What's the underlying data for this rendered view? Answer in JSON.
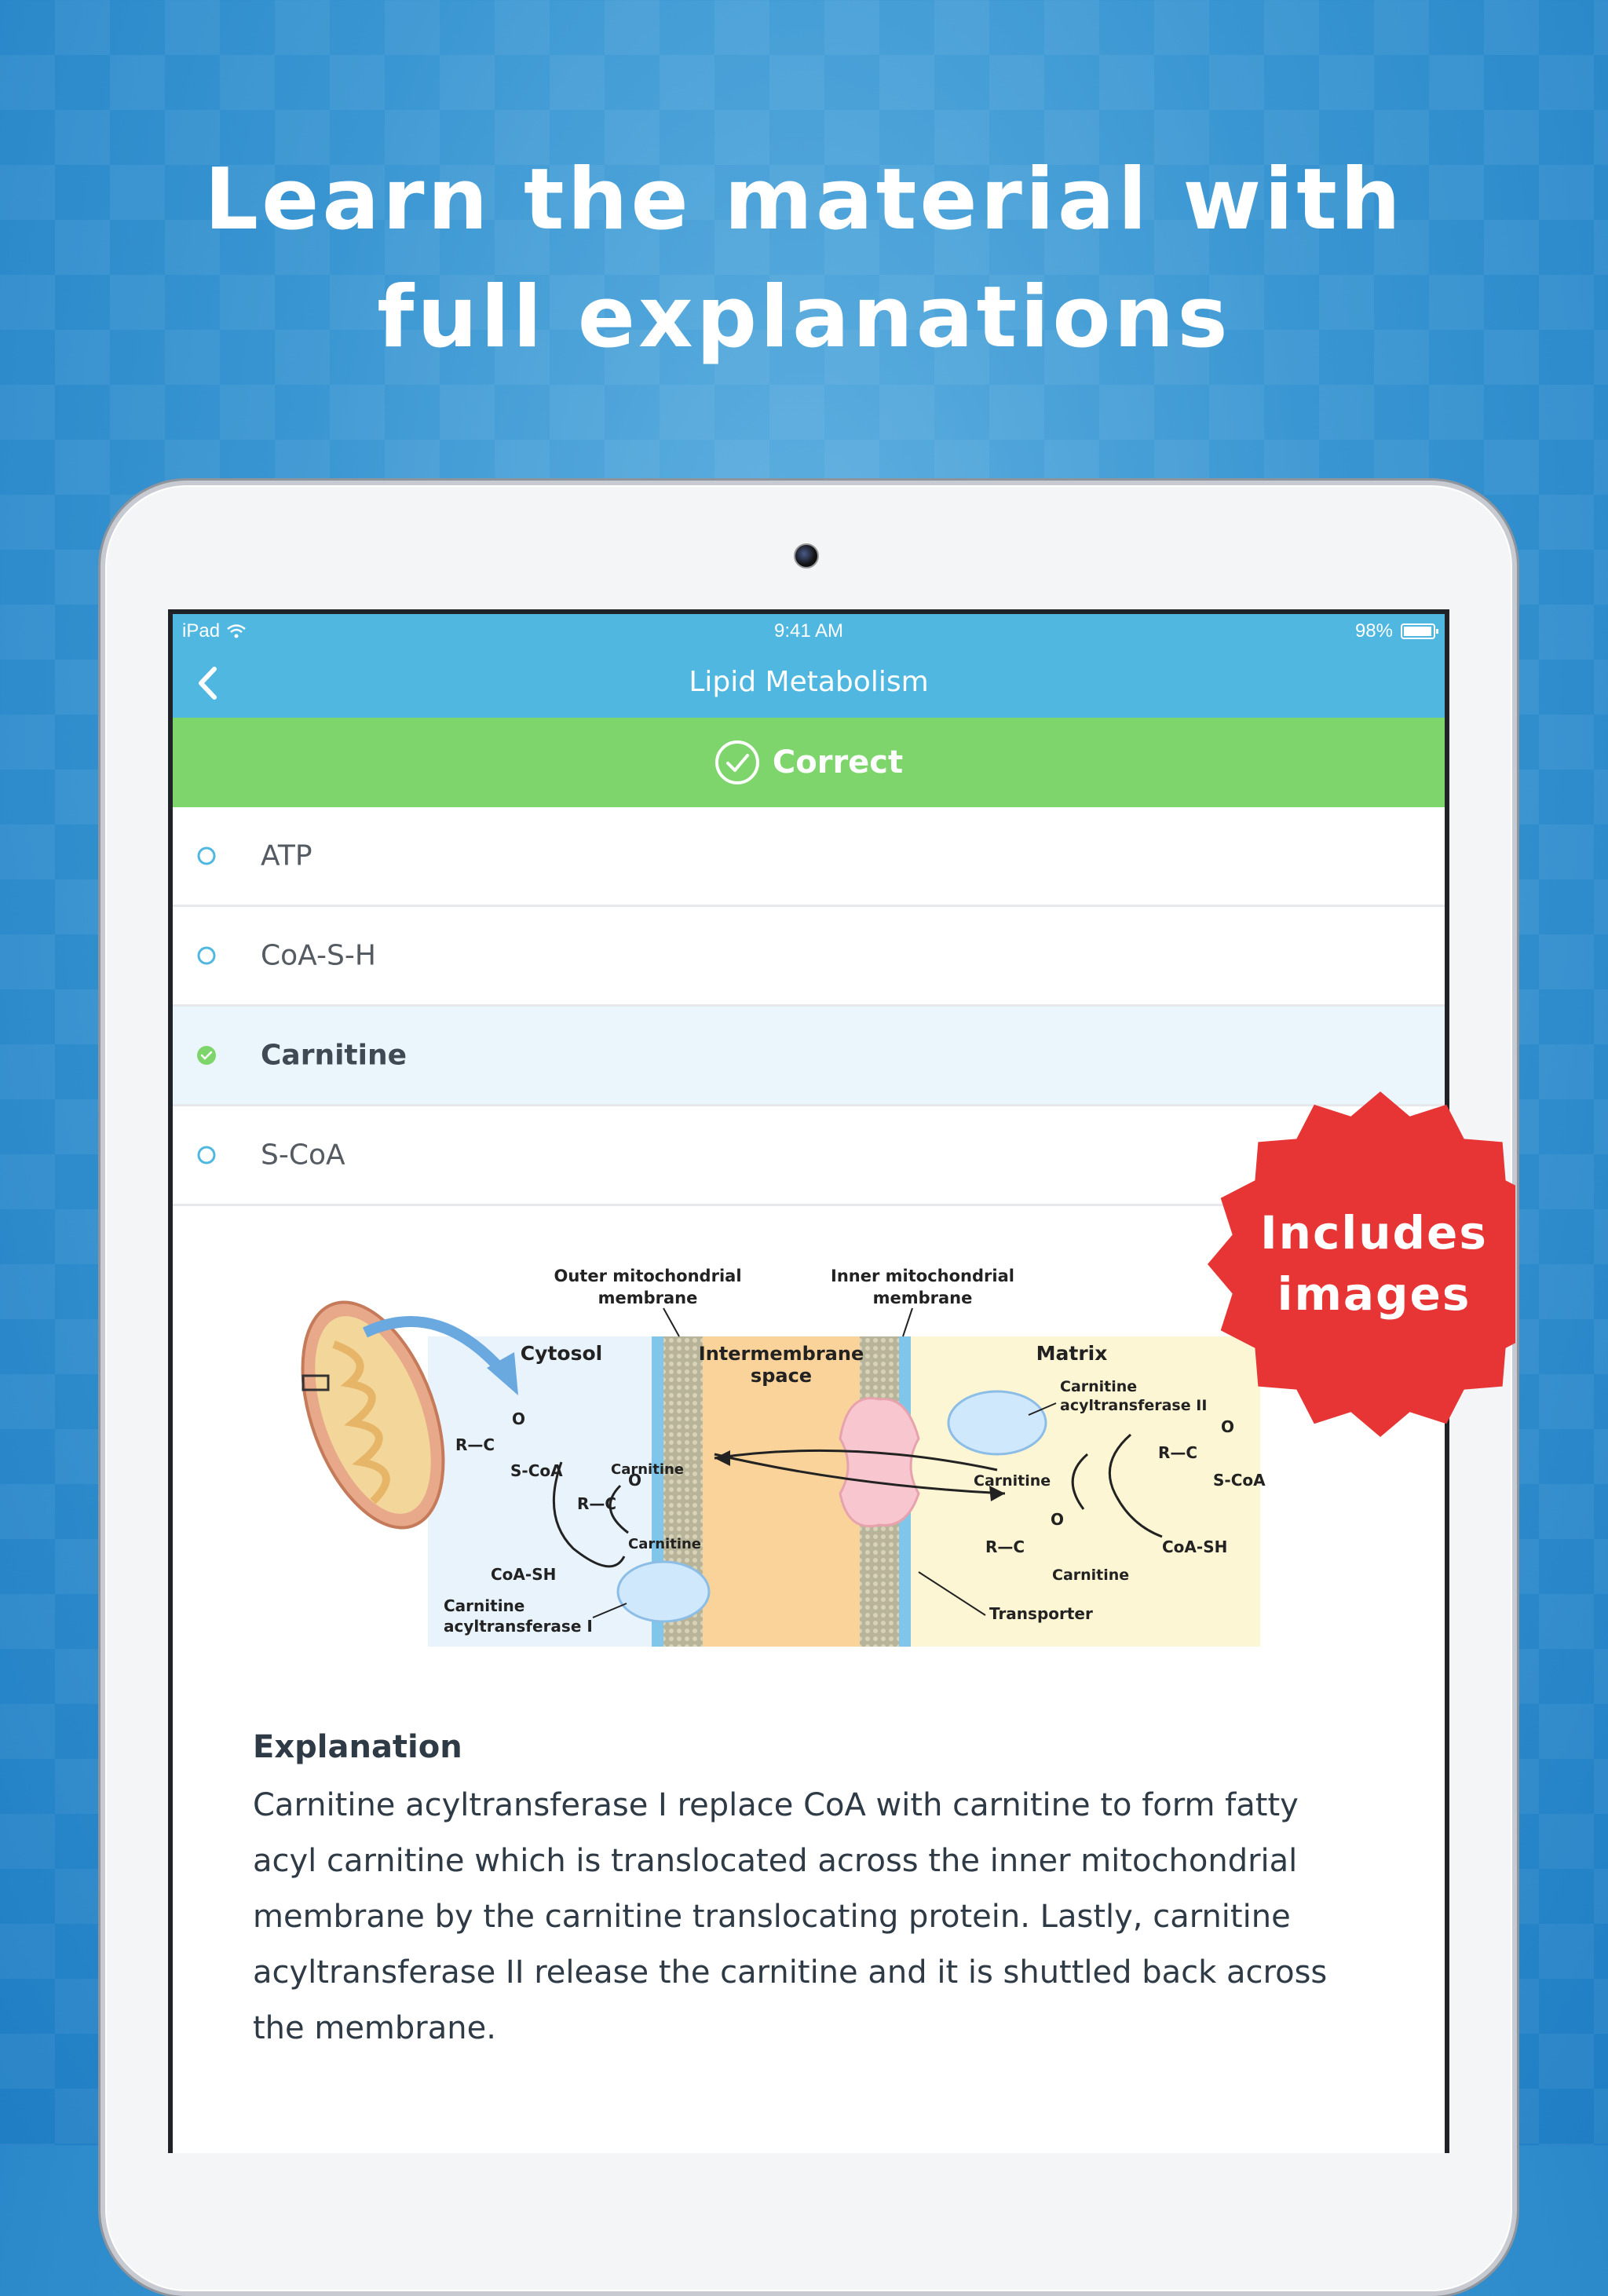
{
  "headline": {
    "line1": "Learn the material with",
    "line2": "full explanations"
  },
  "status_bar": {
    "device": "iPad",
    "time": "9:41 AM",
    "battery": "98%"
  },
  "nav": {
    "title": "Lipid Metabolism",
    "back_icon": "chevron-left-icon"
  },
  "result": {
    "label": "Correct",
    "icon": "check-circle-icon"
  },
  "answers": [
    {
      "label": "ATP",
      "selected": false
    },
    {
      "label": "CoA-S-H",
      "selected": false
    },
    {
      "label": "Carnitine",
      "selected": true
    },
    {
      "label": "S-CoA",
      "selected": false
    }
  ],
  "figure": {
    "outer_membrane": [
      "Outer mitochondrial",
      "membrane"
    ],
    "inner_membrane": [
      "Inner mitochondrial",
      "membrane"
    ],
    "cytosol": "Cytosol",
    "intermembrane": [
      "Intermembrane",
      "space"
    ],
    "matrix": "Matrix",
    "cat1": [
      "Carnitine",
      "acyltransferase I"
    ],
    "cat2": [
      "Carnitine",
      "acyltransferase II"
    ],
    "transporter": "Transporter",
    "carnitine": "Carnitine",
    "scoa": "S-CoA",
    "coash": "CoA-SH",
    "r_c": "R—C",
    "o": "O"
  },
  "explanation": {
    "heading": "Explanation",
    "body": "Carnitine acyltransferase I replace CoA with carnitine to form fatty acyl carnitine which is translocated across the inner mitochondrial membrane by the carnitine translocating protein. Lastly, carnitine acyltransferase II release the carnitine and it is shuttled back across the membrane."
  },
  "badge": {
    "line1": "Includes",
    "line2": "images"
  },
  "colors": {
    "nav": "#4fb7e0",
    "correct": "#7dd56c",
    "badge": "#e73434",
    "radio": "#4fb7e0"
  }
}
